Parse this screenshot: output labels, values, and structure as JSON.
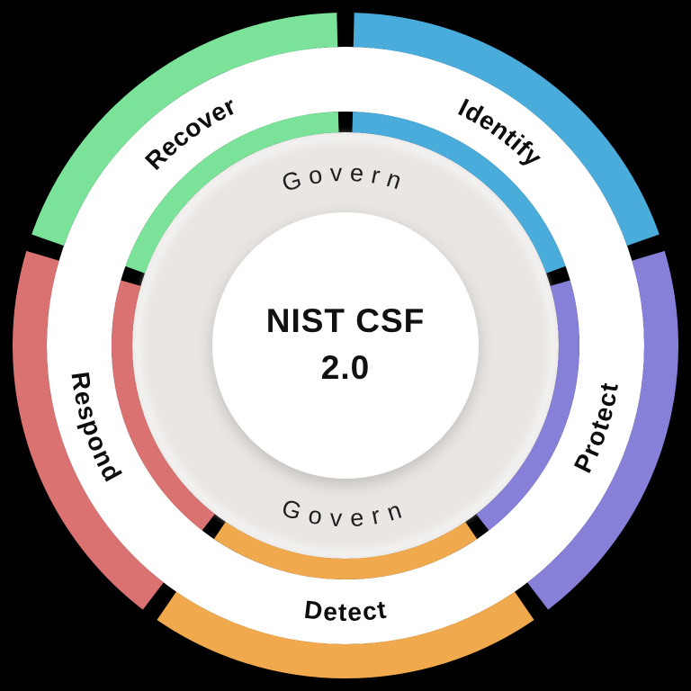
{
  "title": {
    "line1": "NIST CSF",
    "line2": "2.0"
  },
  "core": {
    "top_label": "Govern",
    "bottom_label": "Govern",
    "ring_color": "#E9E6E3"
  },
  "segments": [
    {
      "id": "identify",
      "label": "Identify",
      "color": "#4AACDB"
    },
    {
      "id": "protect",
      "label": "Protect",
      "color": "#8680D9"
    },
    {
      "id": "detect",
      "label": "Detect",
      "color": "#F1A94D"
    },
    {
      "id": "respond",
      "label": "Respond",
      "color": "#DB7272"
    },
    {
      "id": "recover",
      "label": "Recover",
      "color": "#7BE29A"
    }
  ],
  "colors": {
    "background": "#000000",
    "label_ring": "#FFFFFF",
    "center_circle": "#FFFFFF",
    "segment_text": "#0D0D0D",
    "govern_text": "#1F1F1F",
    "title_text": "#111111"
  }
}
